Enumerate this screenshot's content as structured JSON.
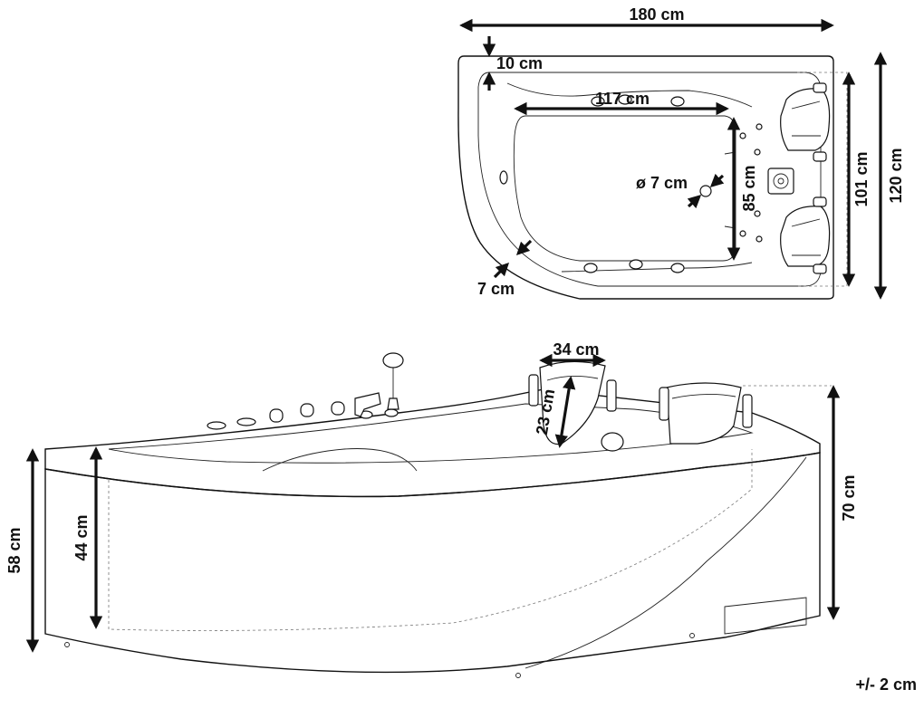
{
  "dimensions": {
    "length": "180 cm",
    "rim_width": "10 cm",
    "inner_length": "117 cm",
    "drain": "ø 7 cm",
    "inner_width": "85 cm",
    "depth_inner_top": "101 cm",
    "width_total": "120 cm",
    "corner_radius": "7 cm",
    "headrest_width": "34 cm",
    "headrest_height": "23 cm",
    "height_front": "58 cm",
    "inner_depth": "44 cm",
    "height_total": "70 cm"
  },
  "tolerance": "+/- 2 cm",
  "icons": [
    "bathtub-top-view",
    "bathtub-side-view",
    "hand-shower-icon",
    "faucet-icon",
    "headrest-icon",
    "jet-icon"
  ]
}
